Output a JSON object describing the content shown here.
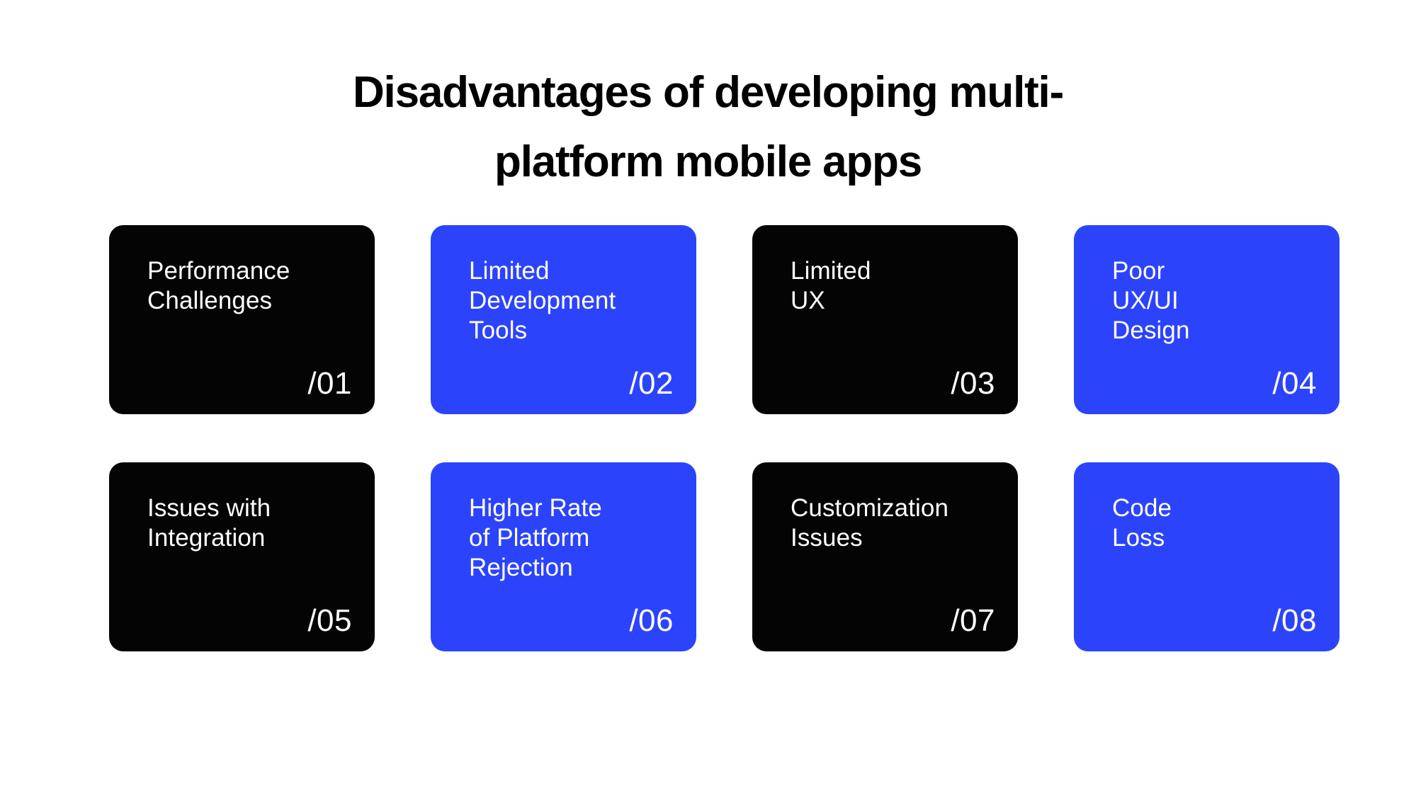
{
  "background_color": "#FFFFFF",
  "title": {
    "line1": "Disadvantages of developing multi-",
    "line2": "platform mobile apps",
    "color": "#000000"
  },
  "theme": {
    "dark_card_color": "#040404",
    "blue_card_color": "#2B44FB",
    "card_text_color": "#FFFFFF"
  },
  "cards": [
    {
      "label": "Performance\nChallenges",
      "number": "/01",
      "style": "dark"
    },
    {
      "label": "Limited\nDevelopment\nTools",
      "number": "/02",
      "style": "blue"
    },
    {
      "label": "Limited\nUX",
      "number": "/03",
      "style": "dark"
    },
    {
      "label": "Poor\nUX/UI\nDesign",
      "number": "/04",
      "style": "blue"
    },
    {
      "label": "Issues with\nIntegration",
      "number": "/05",
      "style": "dark"
    },
    {
      "label": "Higher Rate\nof Platform\nRejection",
      "number": "/06",
      "style": "blue"
    },
    {
      "label": "Customization\nIssues",
      "number": "/07",
      "style": "dark"
    },
    {
      "label": "Code\nLoss",
      "number": "/08",
      "style": "blue"
    }
  ]
}
